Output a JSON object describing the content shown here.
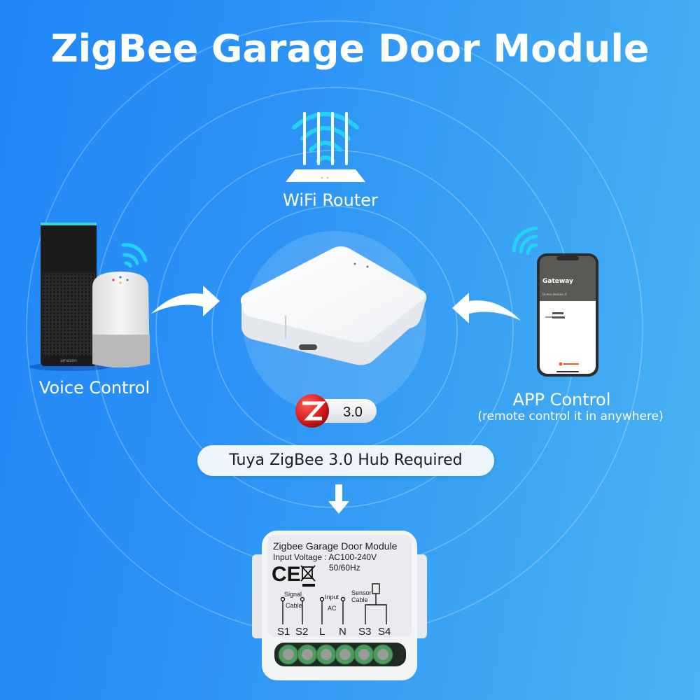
{
  "title": "ZigBee Garage Door Module",
  "colors": {
    "background_start": "#1f86f8",
    "background_end": "#4bb4f2",
    "wifi_waves": "#22d3f5",
    "pill_bg": "#eef5fd",
    "zigbee_red": "#d81e1e",
    "terminal_green": "#4c9a5c"
  },
  "router": {
    "label": "WiFi Router",
    "icon": "wifi-router-icon"
  },
  "voice": {
    "label": "Voice Control",
    "icon": "smart-speaker-icon",
    "speaker_brand": "amazon"
  },
  "app": {
    "label": "APP Control",
    "sublabel": "(remote control it in anywhere)",
    "icon": "smartphone-icon",
    "screen_title": "Gateway",
    "screen_subtitle": "Online devices: 0"
  },
  "hub": {
    "icon": "zigbee-hub-icon"
  },
  "zigbee_badge": {
    "version": "3.0",
    "icon": "zigbee-logo-icon"
  },
  "requirement": "Tuya ZigBee 3.0 Hub Required",
  "module": {
    "name": "Zigbee Garage Door Module",
    "voltage": "Input Voltage : AC100-240V",
    "frequency": "50/60Hz",
    "cert_marks": [
      "CE",
      "WEEE"
    ],
    "groups": [
      {
        "label_top": "Signal",
        "label_bottom": "Cable"
      },
      {
        "label_top": "Input",
        "label_bottom": "AC"
      },
      {
        "label_top": "Sensor",
        "label_bottom": "Cable"
      }
    ],
    "terminals": [
      "S1",
      "S2",
      "L",
      "N",
      "S3",
      "S4"
    ]
  }
}
